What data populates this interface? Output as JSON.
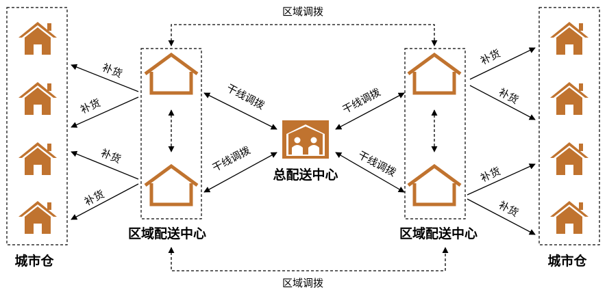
{
  "colors": {
    "brown": "#C0732F",
    "line": "#000000"
  },
  "icons": {
    "city_house": "house-icon",
    "region_house": "warehouse-outline-icon",
    "center": "people-in-house-icon"
  },
  "labels": {
    "city_warehouse": "城市仓",
    "regional_center": "区域配送中心",
    "main_center": "总配送中心",
    "replenish": "补货",
    "trunk_transfer": "干线调拨",
    "regional_transfer": "区域调拨"
  }
}
